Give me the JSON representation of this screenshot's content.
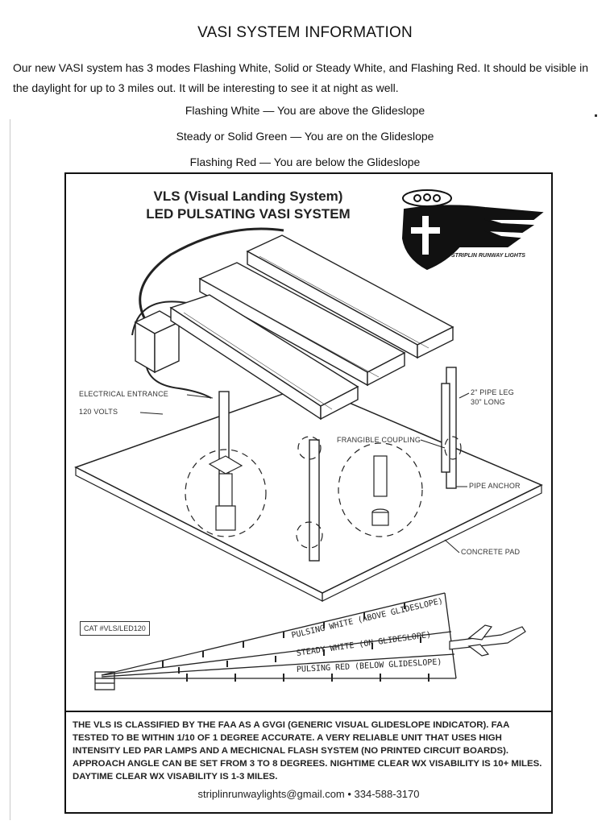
{
  "header": {
    "title": "VASI SYSTEM INFORMATION",
    "intro": "Our new VASI system has 3 modes Flashing White, Solid or Steady White, and Flashing Red.  It should be visible in the daylight for up to 3 miles out.  It will be interesting to see it at night as well."
  },
  "modes": [
    "Flashing White — You are above the Glideslope",
    "Steady or Solid Green — You are on the Glideslope",
    "Flashing Red — You are below the Glideslope"
  ],
  "flyer": {
    "title_line1": "VLS (Visual Landing System)",
    "title_line2": "LED PULSATING VASI SYSTEM",
    "brand": "STRIPLIN RUNWAY LIGHTS",
    "labels": {
      "electrical_entrance": "ELECTRICAL ENTRANCE",
      "volts": "120 VOLTS",
      "pipe_leg_1": "2\" PIPE LEG",
      "pipe_leg_2": "30\" LONG",
      "frangible": "FRANGIBLE COUPLING",
      "pipe_anchor": "PIPE ANCHOR",
      "concrete_pad": "CONCRETE PAD"
    },
    "cat_number": "CAT #VLS/LED120",
    "slopes": {
      "above": "PULSING WHITE (ABOVE GLIDESLOPE)",
      "on": "STEADY WHITE (ON GLIDESLOPE)",
      "below": "PULSING RED (BELOW GLIDESLOPE)"
    },
    "info": "THE VLS IS CLASSIFIED BY THE FAA AS A GVGI (GENERIC VISUAL GLIDESLOPE INDICATOR). FAA TESTED TO BE WITHIN 1/10 OF 1 DEGREE ACCURATE. A VERY RELIABLE UNIT THAT USES HIGH INTENSITY LED PAR LAMPS AND A MECHICNAL FLASH SYSTEM (NO PRINTED CIRCUIT BOARDS). APPROACH ANGLE CAN BE SET FROM 3 TO 8 DEGREES. NIGHTIME CLEAR WX VISABILITY IS 10+ MILES. DAYTIME CLEAR WX VISABILITY IS 1-3 MILES.",
    "contact": "striplinrunwaylights@gmail.com • 334-588-3170"
  }
}
